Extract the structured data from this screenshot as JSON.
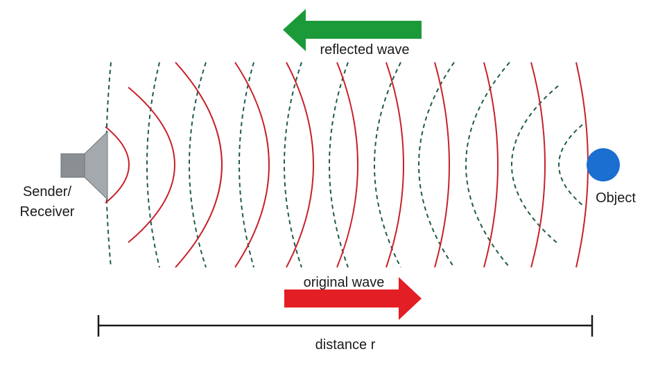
{
  "labels": {
    "sender_line1": "Sender/",
    "sender_line2": "Receiver",
    "object": "Object",
    "reflected_wave": "reflected wave",
    "original_wave": "original wave",
    "distance": "distance r"
  },
  "colors": {
    "original_wave": "#c8202a",
    "reflected_wave": "#1f5a4a",
    "reflected_arrow": "#1c9a3a",
    "original_arrow": "#e31e24",
    "object": "#1a6fd0",
    "speaker_body": "#8a8f93",
    "speaker_cone": "#a4a9ad",
    "text": "#1a1a1a"
  },
  "icons": {
    "sender": "speaker-icon",
    "object": "circle-object-icon"
  }
}
